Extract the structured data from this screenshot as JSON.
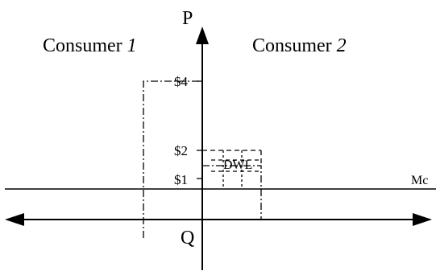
{
  "labels": {
    "consumer1_text": "Consumer ",
    "consumer1_num": "1",
    "consumer2_text": "Consumer ",
    "consumer2_num": "2",
    "price_axis": "P",
    "quantity_axis": "Q",
    "marginal_cost": "Mc",
    "deadweight_loss": "DWL"
  },
  "price_ticks": [
    "$4",
    "$2",
    "$1"
  ],
  "colors": {
    "ink": "#000000",
    "background": "#ffffff"
  }
}
